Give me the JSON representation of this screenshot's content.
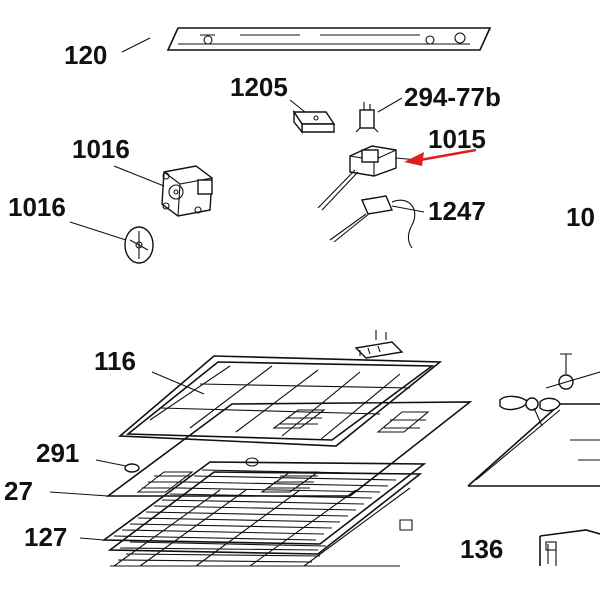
{
  "labels": {
    "l120": "120",
    "l1205": "1205",
    "l294": "294-77b",
    "l1016a": "1016",
    "l1015": "1015",
    "l1016b": "1016",
    "l1247": "1247",
    "l10": "10",
    "l116": "116",
    "l291": "291",
    "l27": "27",
    "l127": "127",
    "l136": "136"
  },
  "colors": {
    "arrow": "#e02020",
    "ink": "#111111"
  }
}
